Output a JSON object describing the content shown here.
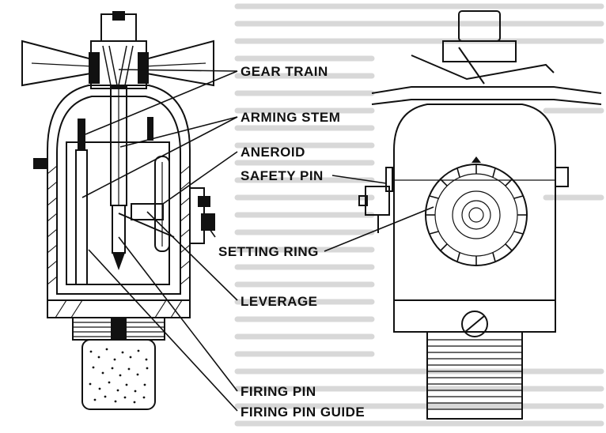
{
  "colors": {
    "ink": "#111111",
    "paper": "#ffffff",
    "background_text": "#cfcfcf"
  },
  "labels": {
    "gear_train": "GEAR TRAIN",
    "arming_stem": "ARMING STEM",
    "aneroid": "ANEROID",
    "safety_pin": "SAFETY PIN",
    "setting_ring": "SETTING RING",
    "leverage": "LEVERAGE",
    "firing_pin": "FIRING PIN",
    "firing_pin_guide": "FIRING PIN GUIDE"
  }
}
